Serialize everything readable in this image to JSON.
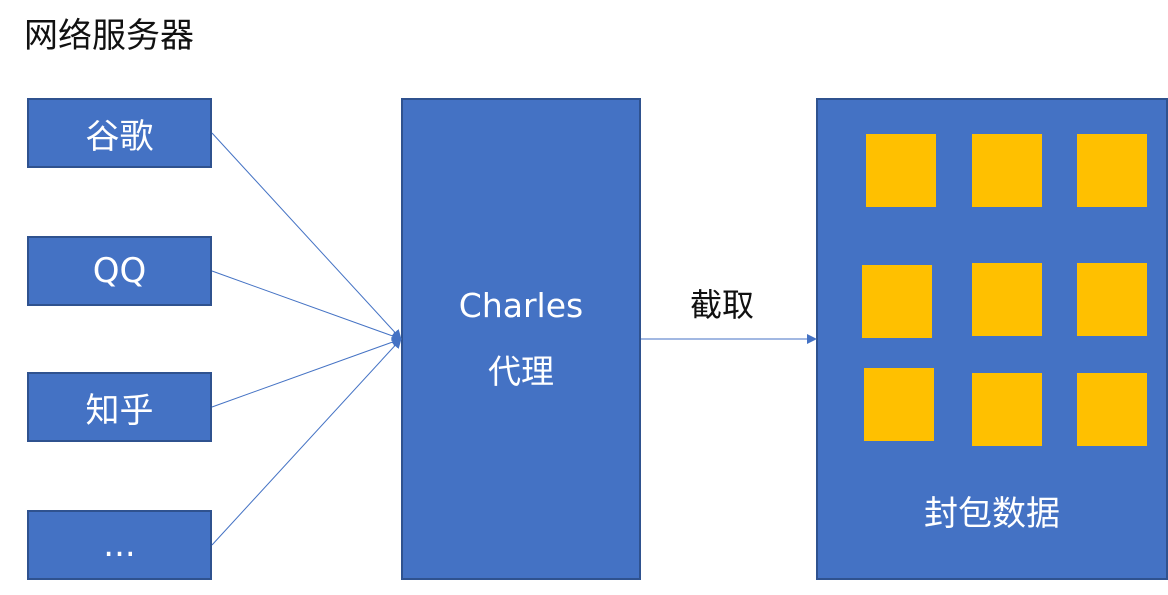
{
  "title": "网络服务器",
  "servers": [
    {
      "label": "谷歌"
    },
    {
      "label": "QQ"
    },
    {
      "label": "知乎"
    },
    {
      "label": "..."
    }
  ],
  "proxy": {
    "line1": "Charles",
    "line2": "代理"
  },
  "edge_label": "截取",
  "packet_box": {
    "label": "封包数据"
  },
  "colors": {
    "box": "#4472c4",
    "box_border": "#2f528f",
    "packet": "#ffc000",
    "line": "#4472c4"
  }
}
